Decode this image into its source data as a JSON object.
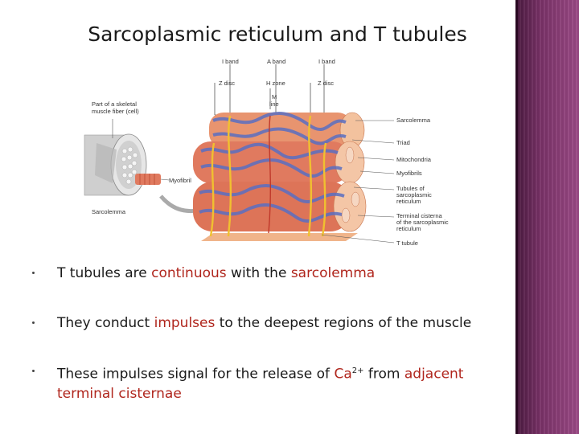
{
  "title": "Sarcoplasmic reticulum and T tubules",
  "figure": {
    "top_labels": {
      "i_band_left": "I band",
      "a_band": "A band",
      "i_band_right": "I band",
      "z_disc_left": "Z disc",
      "h_zone": "H zone",
      "z_disc_right": "Z disc",
      "m_line_1": "M",
      "m_line_2": "line"
    },
    "inset_caption_1": "Part of a skeletal",
    "inset_caption_2": "muscle fiber (cell)",
    "myofibril": "Myofibril",
    "sarcolemma_left": "Sarcolemma",
    "right_labels": {
      "sarcolemma": "Sarcolemma",
      "triad": "Triad",
      "mitochondria": "Mitochondria",
      "myofibrils": "Myofibrils",
      "tubules_1": "Tubules of",
      "tubules_2": "sarcoplasmic",
      "tubules_3": "reticulum",
      "cisterna_1": "Terminal cisterna",
      "cisterna_2": "of the sarcoplasmic",
      "cisterna_3": "reticulum",
      "t_tubule": "T tubule"
    }
  },
  "bullets": {
    "b1": {
      "pre": "T tubules are ",
      "h1": "continuous",
      "mid": " with the ",
      "h2": "sarcolemma"
    },
    "b2": {
      "pre": "They conduct ",
      "h1": "impulses",
      "post": " to the deepest regions of the muscle"
    },
    "b3": {
      "pre": "These impulses signal for the release of ",
      "ca": "Ca",
      "sup": "2+",
      "mid": " from ",
      "h1": "adjacent terminal cisternae"
    }
  },
  "colors": {
    "accent_text": "#b0261d",
    "sidebar": "#7a3268",
    "sarcoplasmic_reticulum": "#5a6fc2",
    "t_tubule": "#f0c030",
    "myofibril": "#e07a5f"
  }
}
